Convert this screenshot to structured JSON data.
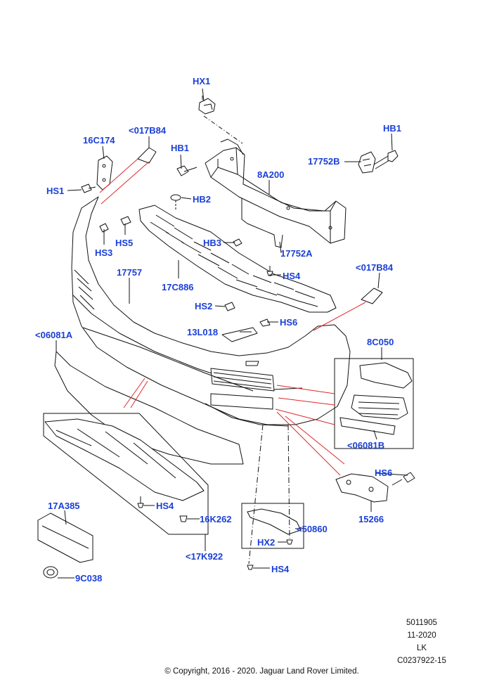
{
  "colors": {
    "label": "#1a3fd6",
    "leader": "#e0282e",
    "line": "#111111"
  },
  "labels": {
    "hx1": "HX1",
    "hb1_top": "HB1",
    "c16174": "16C174",
    "c017b84_top": "<017B84",
    "hb1_mid": "HB1",
    "b17752": "17752B",
    "a8200": "8A200",
    "hs1": "HS1",
    "hb2": "HB2",
    "hs5": "HS5",
    "hs3": "HS3",
    "hb3": "HB3",
    "a17752": "17752A",
    "c017b84_right": "<017B84",
    "n17757": "17757",
    "hs4_mid": "HS4",
    "c886": "17C886",
    "hs2": "HS2",
    "hs6_mid": "HS6",
    "l018": "13L018",
    "c06081a": "<06081A",
    "c8050": "8C050",
    "c06081b": "<06081B",
    "hs6_right": "HS6",
    "hs4_lower": "HS4",
    "k262": "16K262",
    "n15266": "15266",
    "a17385": "17A385",
    "n50860": "<50860",
    "hx2": "HX2",
    "k922": "<17K922",
    "hs4_bottom": "HS4",
    "c9038": "9C038"
  },
  "meta": {
    "line1": "5011905",
    "line2": "11-2020",
    "line3": "LK",
    "line4": "C0237922-15"
  },
  "copyright": "© Copyright, 2016 - 2020. Jaguar Land Rover Limited."
}
